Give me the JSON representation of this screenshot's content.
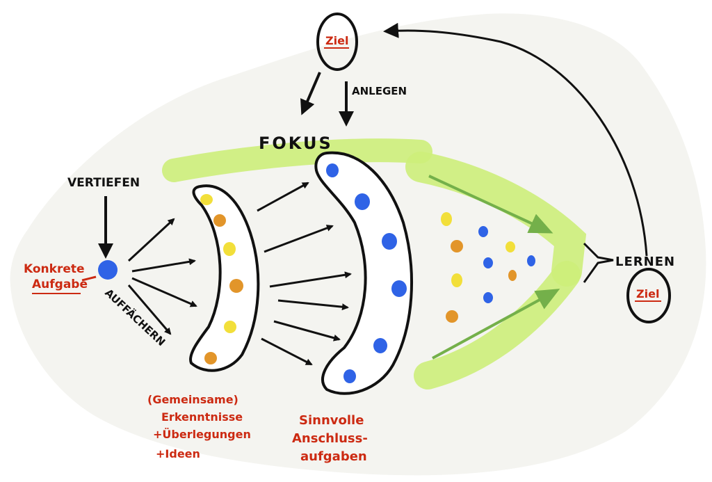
{
  "labels": {
    "ziel_top": "Ziel",
    "anlegen": "ANLEGEN",
    "fokus": "FOKUS",
    "vertiefen": "VERTIEFEN",
    "konkrete_1": "Konkrete",
    "konkrete_2": "Aufgabe",
    "auffaechern": "AUFFÄCHERN",
    "gemeinsame_1": "(Gemeinsame)",
    "gemeinsame_2": "Erkenntnisse",
    "gemeinsame_3": "+Überlegungen",
    "gemeinsame_4": "+Ideen",
    "sinnvolle_1": "Sinnvolle",
    "sinnvolle_2": "Anschluss-",
    "sinnvolle_3": "aufgaben",
    "lernen": "LERNEN",
    "ziel_bottom": "Ziel"
  },
  "colors": {
    "background_paper": "#f4f4f0",
    "ink": "#111111",
    "red": "#cc2a12",
    "green_highlight": "#cdee7a",
    "green_arrow": "#74b04a",
    "dot_blue": "#2f63e6",
    "dot_orange": "#e2952a",
    "dot_yellow": "#f2df3a"
  }
}
